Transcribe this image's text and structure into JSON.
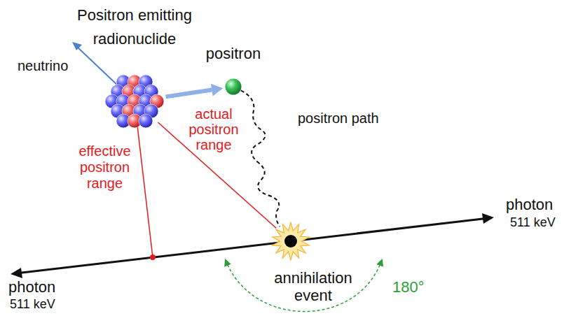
{
  "diagram": {
    "nodes": [
      {
        "text": [
          "Positron emitting radionuclide"
        ]
      },
      {
        "text": [
          "positron"
        ]
      },
      {
        "text": [
          "annihilation event"
        ]
      }
    ],
    "edges": [
      {
        "from": 0,
        "to": 1,
        "arrow": "to"
      },
      {
        "from": 1,
        "to": 2,
        "arrow": "none",
        "label": "positron path"
      },
      {
        "from": 0,
        "to": 2,
        "arrow": "none",
        "label": "actual positron range"
      }
    ],
    "labels": [
      "neutrino",
      "effective positron range",
      "photon",
      "511 keV",
      "photon",
      "511 keV",
      "180°"
    ]
  }
}
